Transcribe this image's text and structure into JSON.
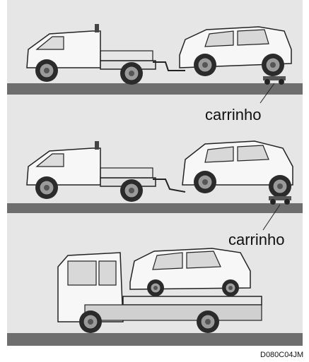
{
  "labels": {
    "dolly_1": "carrinho",
    "dolly_2": "carrinho",
    "figure_code": "D080C04JM"
  },
  "colors": {
    "panel_bg": "#e6e6e6",
    "ground": "#6e6e6e",
    "vehicle_body": "#f7f7f7",
    "outline": "#222222",
    "tire": "#2b2b2b"
  }
}
